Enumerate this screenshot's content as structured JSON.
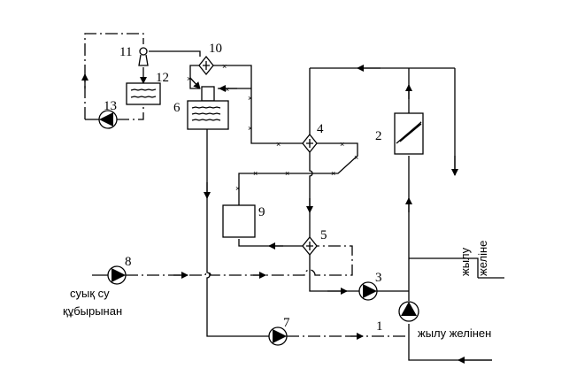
{
  "components": {
    "c1": "1",
    "c2": "2",
    "c3": "3",
    "c4": "4",
    "c5": "5",
    "c6": "6",
    "c7": "7",
    "c8": "8",
    "c9": "9",
    "c10": "10",
    "c11": "11",
    "c12": "12",
    "c13": "13"
  },
  "captions": {
    "cold_water_line1": "суық су",
    "cold_water_line2": "құбырынан",
    "from_heat_network": "жылу желінен",
    "to_heat_network_line1": "жылу",
    "to_heat_network_line2": "желіне"
  },
  "marker_glyph": "×"
}
